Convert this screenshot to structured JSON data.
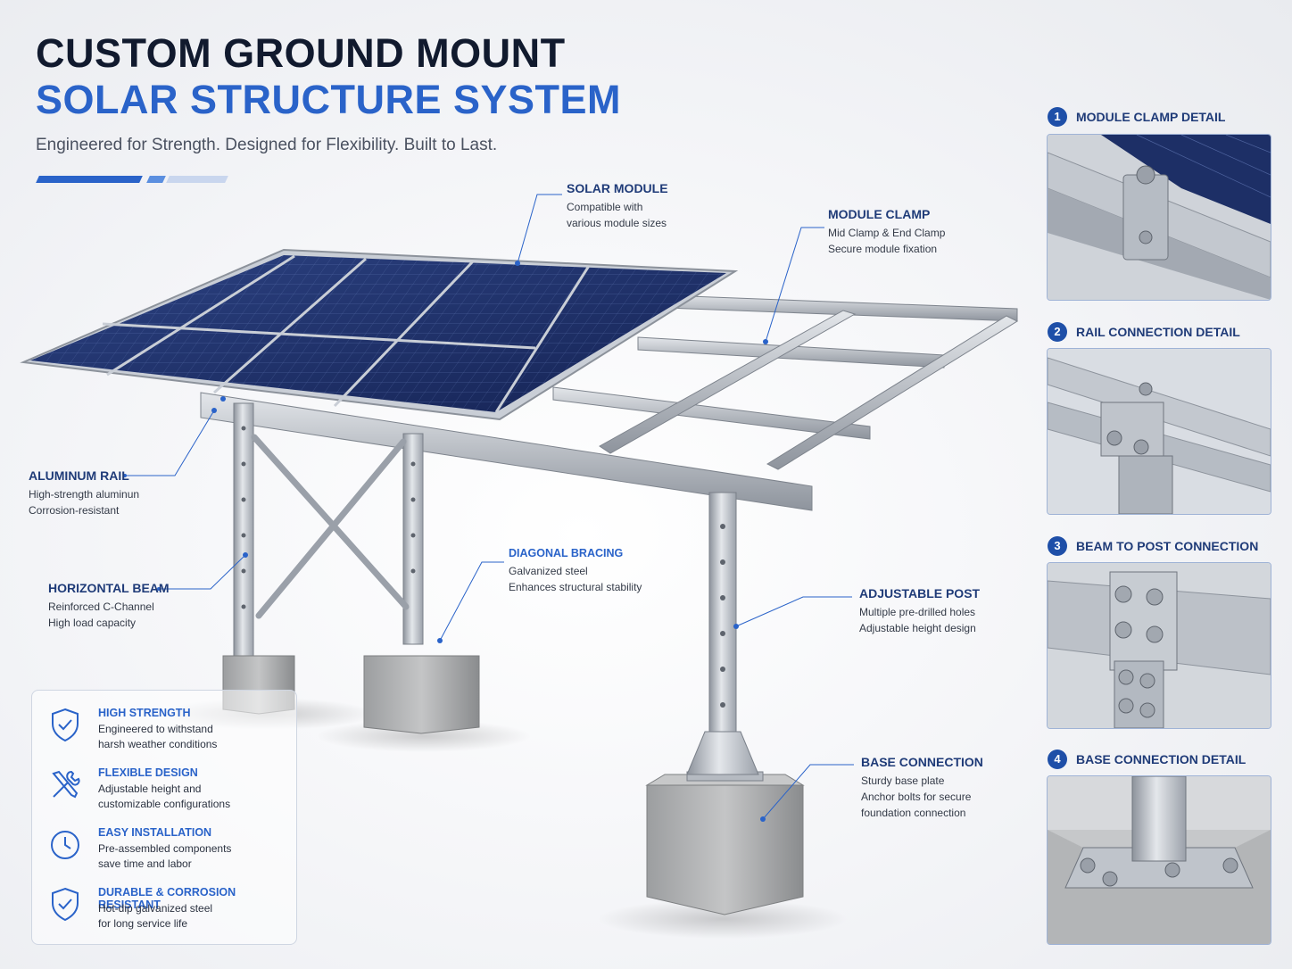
{
  "header": {
    "title_line1": "CUSTOM GROUND MOUNT",
    "title_line2": "SOLAR STRUCTURE SYSTEM",
    "subtitle": "Engineered for Strength. Designed for Flexibility. Built to Last."
  },
  "colors": {
    "navy": "#111a2e",
    "accent_blue": "#2a63c9",
    "label_blue": "#1f3b78",
    "badge_blue": "#1e4fa8",
    "steel": "#b9bfc8",
    "panel_blue": "#1d2f66",
    "concrete": "#a9abad"
  },
  "callouts": {
    "solar_module": {
      "title": "SOLAR MODULE",
      "lines": [
        "Compatible with",
        "various module sizes"
      ]
    },
    "module_clamp": {
      "title": "MODULE CLAMP",
      "lines": [
        "Mid Clamp & End Clamp",
        "Secure module fixation"
      ]
    },
    "aluminum_rail": {
      "title": "ALUMINUM RAIL",
      "lines": [
        "High-strength aluminun",
        "Corrosion-resistant"
      ]
    },
    "horizontal_beam": {
      "title": "HORIZONTAL BEAM",
      "lines": [
        "Reinforced C-Channel",
        "High load capacity"
      ]
    },
    "diagonal_bracing": {
      "title": "DIAGONAL BRACING",
      "lines": [
        "Galvanized steel",
        "Enhances structural stability"
      ]
    },
    "adjustable_post": {
      "title": "ADJUSTABLE POST",
      "lines": [
        "Multiple pre-drilled holes",
        "Adjustable height design"
      ]
    },
    "base_connection": {
      "title": "BASE CONNECTION",
      "lines": [
        "Sturdy base plate",
        "Anchor bolts for secure",
        "foundation connection"
      ]
    }
  },
  "detail_panels": [
    {
      "number": "1",
      "title": "MODULE CLAMP DETAIL"
    },
    {
      "number": "2",
      "title": "RAIL CONNECTION DETAIL"
    },
    {
      "number": "3",
      "title": "BEAM TO POST CONNECTION"
    },
    {
      "number": "4",
      "title": "BASE CONNECTION DETAIL"
    }
  ],
  "features": [
    {
      "icon": "shield-check-icon",
      "title": "HIGH STRENGTH",
      "lines": [
        "Engineered to withstand",
        "harsh weather conditions"
      ]
    },
    {
      "icon": "wrench-screwdriver-icon",
      "title": "FLEXIBLE DESIGN",
      "lines": [
        "Adjustable height and",
        "customizable configurations"
      ]
    },
    {
      "icon": "clock-icon",
      "title": "EASY INSTALLATION",
      "lines": [
        "Pre-assembled components",
        "save time and labor"
      ]
    },
    {
      "icon": "shield-check-icon",
      "title": "DURABLE & CORROSION RESISTANT",
      "lines": [
        "Hot-dip galvanized steel",
        "for long service life"
      ]
    }
  ]
}
